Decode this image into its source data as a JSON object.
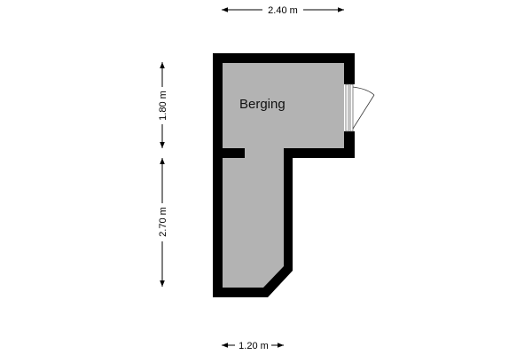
{
  "room": {
    "name": "Berging",
    "floor_color": "#b3b3b3",
    "wall_color": "#000000"
  },
  "dimensions": {
    "top_width": "2.40 m",
    "left_upper_height": "1.80 m",
    "left_lower_height": "2.70 m",
    "bottom_width": "1.20 m"
  }
}
